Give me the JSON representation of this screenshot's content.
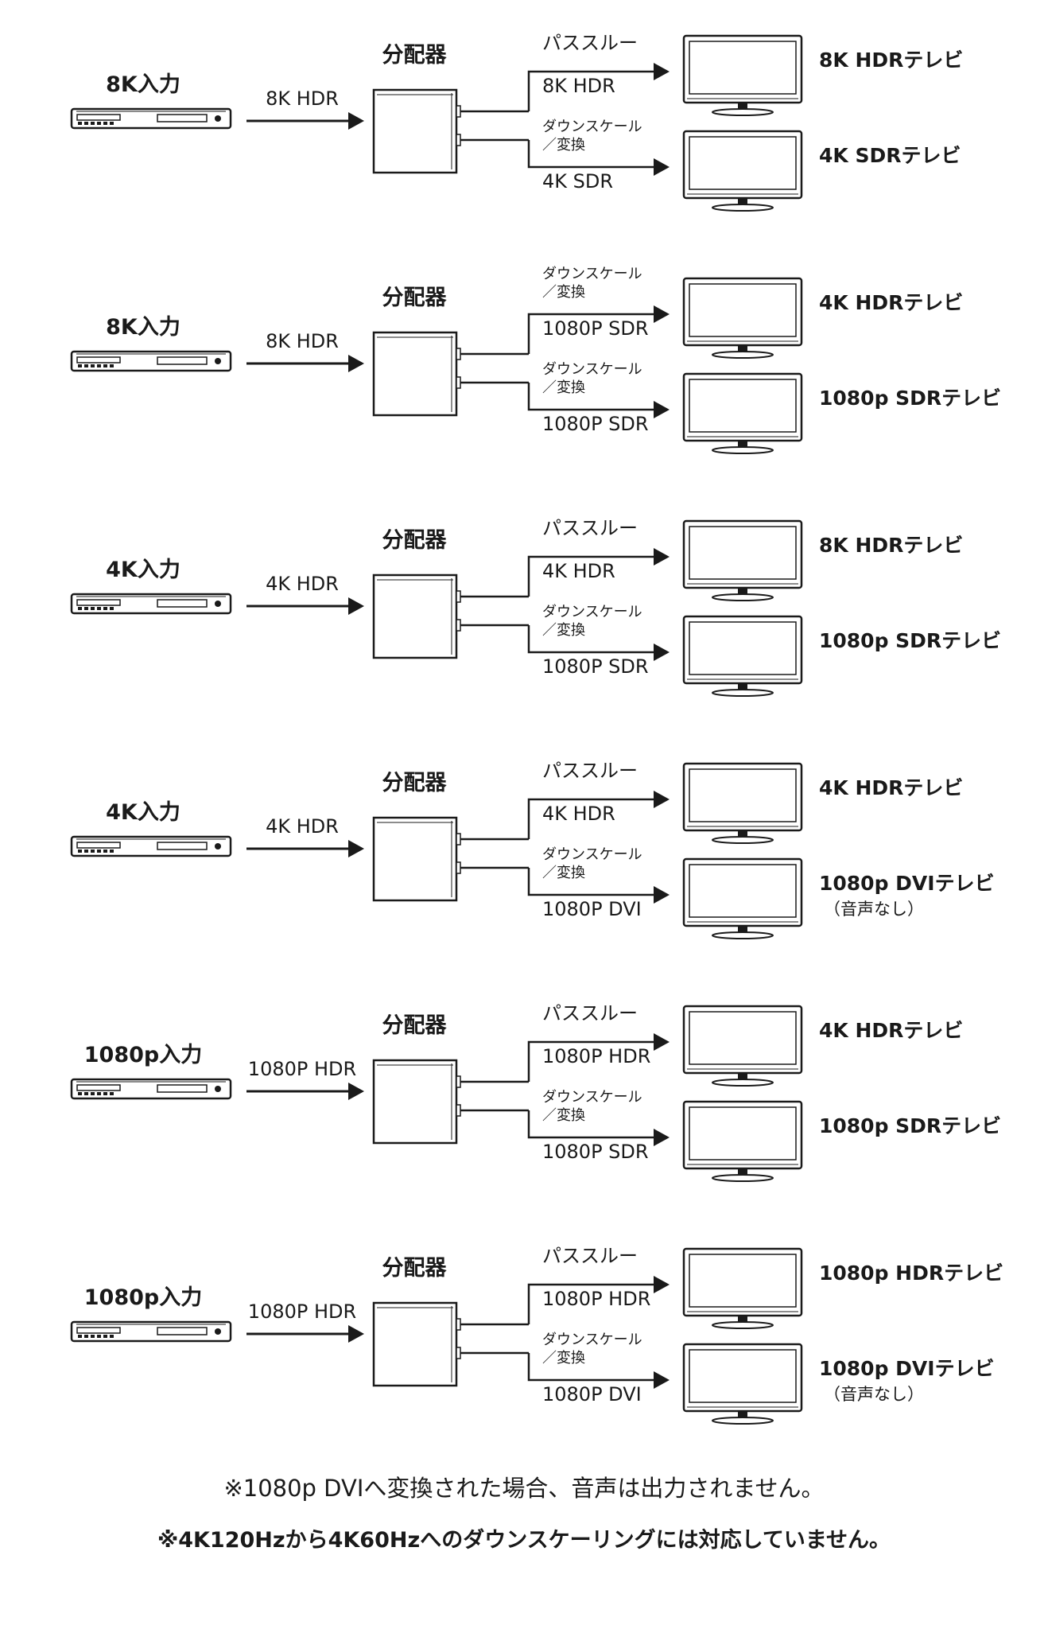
{
  "splitter_label": "分配器",
  "scenarios": [
    {
      "source_label": "8K入力",
      "input_signal": "8K HDR",
      "outputs": [
        {
          "mode_line1": "パススルー",
          "mode_line2": "",
          "signal": "8K HDR",
          "tv_label": "8K HDRテレビ",
          "tv_note": ""
        },
        {
          "mode_line1": "ダウンスケール",
          "mode_line2": "／変換",
          "signal": "4K SDR",
          "tv_label": "4K SDRテレビ",
          "tv_note": ""
        }
      ]
    },
    {
      "source_label": "8K入力",
      "input_signal": "8K HDR",
      "outputs": [
        {
          "mode_line1": "ダウンスケール",
          "mode_line2": "／変換",
          "signal": "1080P SDR",
          "tv_label": "4K HDRテレビ",
          "tv_note": ""
        },
        {
          "mode_line1": "ダウンスケール",
          "mode_line2": "／変換",
          "signal": "1080P SDR",
          "tv_label": "1080p SDRテレビ",
          "tv_note": ""
        }
      ]
    },
    {
      "source_label": "4K入力",
      "input_signal": "4K HDR",
      "outputs": [
        {
          "mode_line1": "パススルー",
          "mode_line2": "",
          "signal": "4K HDR",
          "tv_label": "8K HDRテレビ",
          "tv_note": ""
        },
        {
          "mode_line1": "ダウンスケール",
          "mode_line2": "／変換",
          "signal": "1080P SDR",
          "tv_label": "1080p SDRテレビ",
          "tv_note": ""
        }
      ]
    },
    {
      "source_label": "4K入力",
      "input_signal": "4K HDR",
      "outputs": [
        {
          "mode_line1": "パススルー",
          "mode_line2": "",
          "signal": "4K HDR",
          "tv_label": "4K HDRテレビ",
          "tv_note": ""
        },
        {
          "mode_line1": "ダウンスケール",
          "mode_line2": "／変換",
          "signal": "1080P DVI",
          "tv_label": "1080p DVIテレビ",
          "tv_note": "（音声なし）"
        }
      ]
    },
    {
      "source_label": "1080p入力",
      "input_signal": "1080P HDR",
      "outputs": [
        {
          "mode_line1": "パススルー",
          "mode_line2": "",
          "signal": "1080P HDR",
          "tv_label": "4K HDRテレビ",
          "tv_note": ""
        },
        {
          "mode_line1": "ダウンスケール",
          "mode_line2": "／変換",
          "signal": "1080P SDR",
          "tv_label": "1080p SDRテレビ",
          "tv_note": ""
        }
      ]
    },
    {
      "source_label": "1080p入力",
      "input_signal": "1080P HDR",
      "outputs": [
        {
          "mode_line1": "パススルー",
          "mode_line2": "",
          "signal": "1080P HDR",
          "tv_label": "1080p HDRテレビ",
          "tv_note": ""
        },
        {
          "mode_line1": "ダウンスケール",
          "mode_line2": "／変換",
          "signal": "1080P DVI",
          "tv_label": "1080p DVIテレビ",
          "tv_note": "（音声なし）"
        }
      ]
    }
  ],
  "notes": {
    "note1": "※1080p DVIへ変換された場合、音声は出力されません。",
    "note2": "※4K120Hzから4K60Hzへのダウンスケーリングには対応していません。"
  }
}
